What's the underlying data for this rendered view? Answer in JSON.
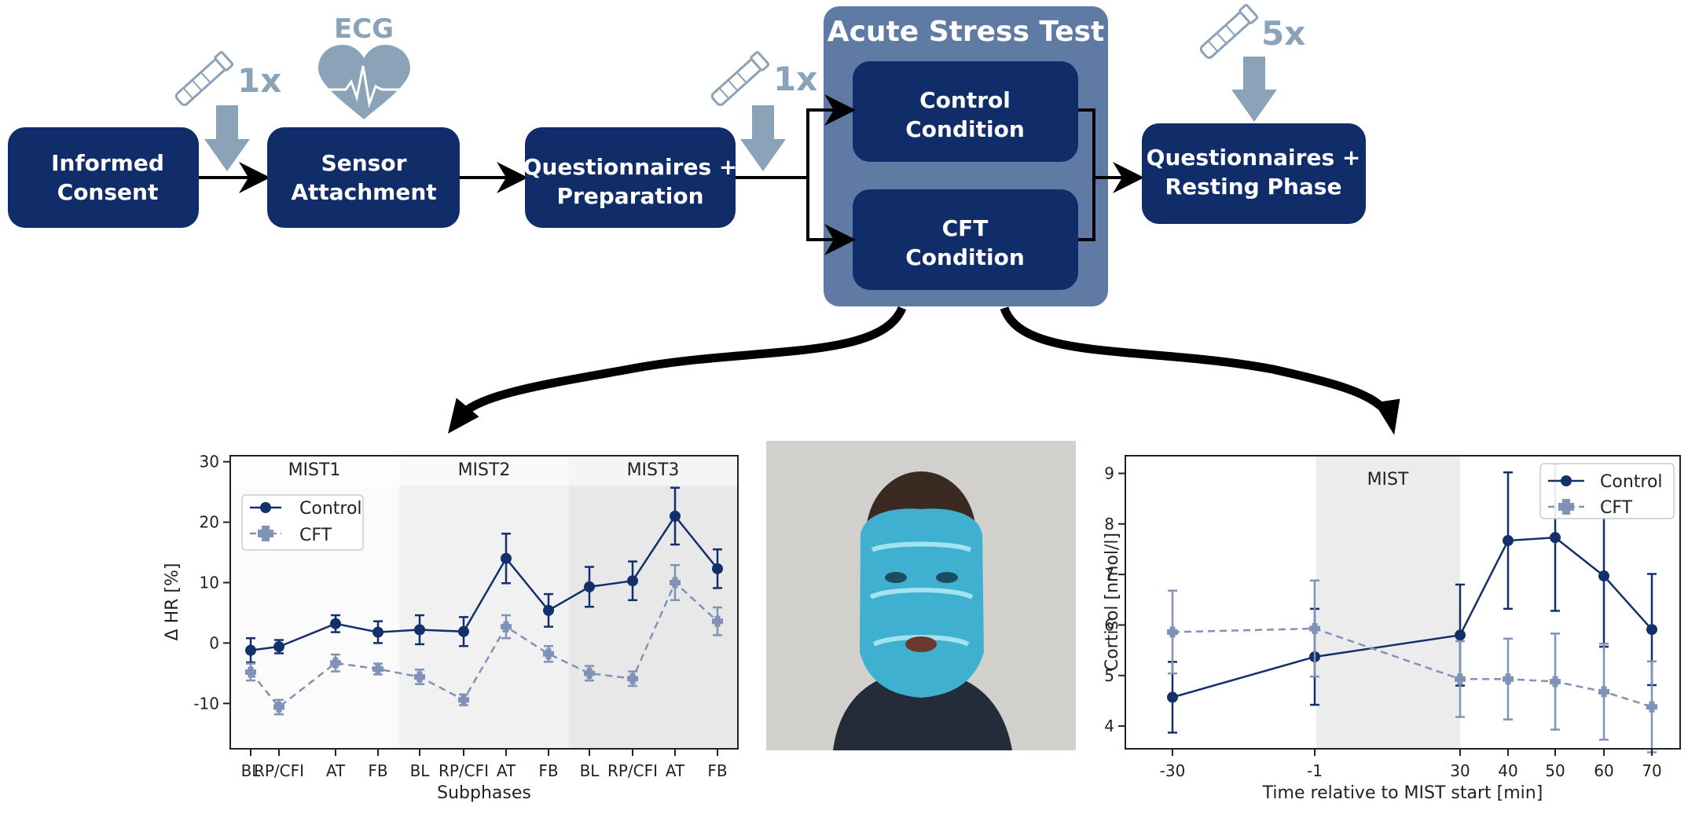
{
  "flow": {
    "informed_consent": [
      "Informed",
      "Consent"
    ],
    "sensor_attachment": [
      "Sensor",
      "Attachment"
    ],
    "questionnaires_preparation": [
      "Questionnaires +",
      "Preparation"
    ],
    "acute_stress_test": "Acute Stress Test",
    "control_condition": [
      "Control",
      "Condition"
    ],
    "cft_condition": [
      "CFT",
      "Condition"
    ],
    "questionnaires_resting": [
      "Questionnaires +",
      "Resting Phase"
    ],
    "ecg_label": "ECG",
    "sample_1": "1x",
    "sample_2": "1x",
    "sample_5": "5x"
  },
  "colors": {
    "navy": "#102c69",
    "ast_bg": "#5f7aa3",
    "arrow_gray": "#8aa3b9",
    "control": "#14306a",
    "cft": "#7e93b5"
  },
  "chart_data": [
    {
      "type": "line",
      "xlabel": "Subphases",
      "ylabel": "Δ HR [%]",
      "categories": [
        "BL",
        "RP/CFI",
        "AT",
        "FB",
        "BL",
        "RP/CFI",
        "AT",
        "FB",
        "BL",
        "RP/CFI",
        "AT",
        "FB"
      ],
      "phases": [
        "MIST1",
        "MIST2",
        "MIST3"
      ],
      "ylim": [
        -17.5,
        31
      ],
      "yticks": [
        30,
        20,
        10,
        0,
        -10
      ],
      "legend": "top-left",
      "series": [
        {
          "name": "Control",
          "values": [
            -1.2,
            -0.6,
            3.2,
            1.8,
            2.2,
            1.9,
            14.0,
            5.4,
            9.3,
            10.3,
            21.0,
            12.3
          ],
          "errors": [
            2.0,
            1.1,
            1.4,
            1.8,
            2.4,
            2.4,
            4.1,
            2.7,
            3.3,
            3.2,
            4.7,
            3.2
          ]
        },
        {
          "name": "CFT",
          "values": [
            -4.8,
            -10.6,
            -3.3,
            -4.3,
            -5.6,
            -9.4,
            2.7,
            -1.8,
            -5.0,
            -5.9,
            10.0,
            3.6
          ],
          "errors": [
            1.4,
            1.2,
            1.4,
            0.9,
            1.2,
            0.9,
            1.9,
            1.3,
            1.2,
            1.2,
            2.9,
            2.3
          ]
        }
      ]
    },
    {
      "type": "line",
      "xlabel": "Time relative to MIST start [min]",
      "ylabel": "Cortisol [nmol/l]",
      "x": [
        "-30",
        "-1",
        "30",
        "40",
        "50",
        "60",
        "70"
      ],
      "ylim": [
        3.55,
        9.35
      ],
      "yticks": [
        9,
        8,
        7,
        6,
        5,
        4
      ],
      "shaded_label": "MIST",
      "legend": "top-right",
      "series": [
        {
          "name": "Control",
          "values": [
            4.57,
            5.37,
            5.8,
            7.67,
            7.73,
            6.97,
            5.91
          ],
          "errors": [
            0.7,
            0.95,
            1.0,
            1.35,
            1.45,
            1.4,
            1.1
          ]
        },
        {
          "name": "CFT",
          "values": [
            5.86,
            5.93,
            4.93,
            4.93,
            4.88,
            4.68,
            4.38
          ],
          "errors": [
            0.82,
            0.95,
            0.75,
            0.8,
            0.95,
            0.95,
            0.9
          ]
        }
      ]
    }
  ]
}
